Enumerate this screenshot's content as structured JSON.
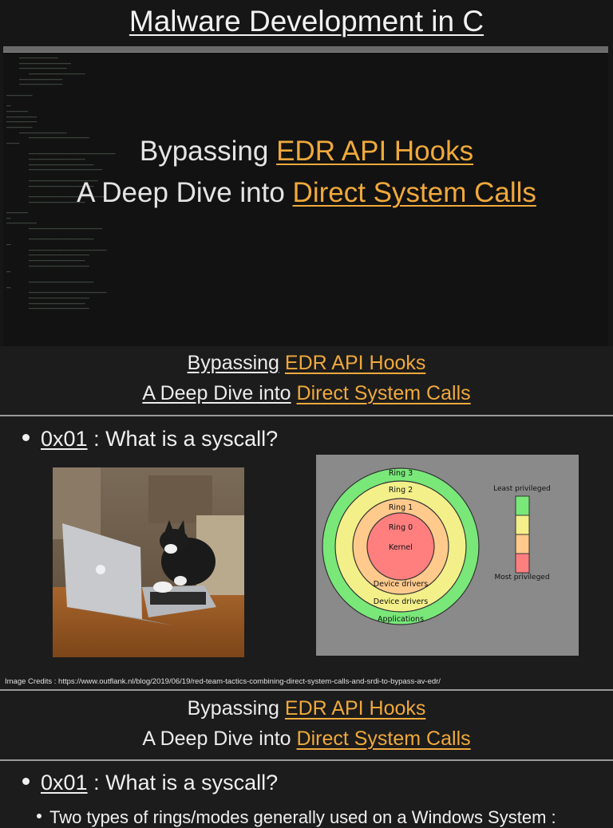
{
  "title_slide": {
    "title": "Malware Development in C",
    "line1_prefix": "Bypassing ",
    "line1_highlight": "EDR API Hooks",
    "line2_prefix": "A Deep Dive into ",
    "line2_highlight": "Direct System Calls"
  },
  "slide1": {
    "header_line1_prefix": "Bypassing",
    "header_line1_highlight": "EDR API Hooks",
    "header_line2_prefix": "A Deep Dive into",
    "header_line2_highlight": "Direct System Calls",
    "bullet_code": "0x01",
    "bullet_text": " : What is a syscall?",
    "figure": {
      "rings": [
        "Ring 3",
        "Ring 2",
        "Ring 1",
        "Ring 0"
      ],
      "kernel": "Kernel",
      "drivers1": "Device drivers",
      "drivers2": "Device drivers",
      "applications": "Applications",
      "least": "Least privileged",
      "most": "Most privileged"
    },
    "credit": "Image Credits : https://www.outflank.nl/blog/2019/06/19/red-team-tactics-combining-direct-system-calls-and-srdi-to-bypass-av-edr/"
  },
  "slide2": {
    "header_line1_prefix": "Bypassing",
    "header_line1_highlight": "EDR API Hooks",
    "header_line2_prefix": "A Deep Dive into",
    "header_line2_highlight": "Direct System Calls",
    "bullet_code": "0x01",
    "bullet_text": " : What is a syscall?",
    "sub_bullet": "Two types of rings/modes generally used on a Windows System :"
  },
  "colors": {
    "accent": "#f0a93b",
    "background": "#1c1c1c"
  }
}
